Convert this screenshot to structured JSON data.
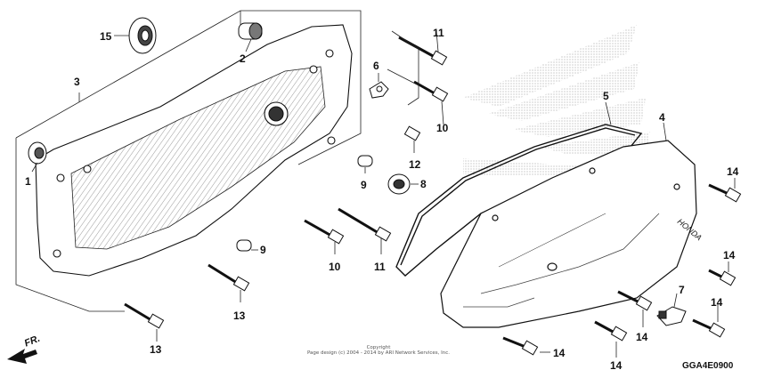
{
  "callouts": [
    {
      "id": "c1",
      "label": "1"
    },
    {
      "id": "c2",
      "label": "2"
    },
    {
      "id": "c3",
      "label": "3"
    },
    {
      "id": "c4",
      "label": "4"
    },
    {
      "id": "c5",
      "label": "5"
    },
    {
      "id": "c6",
      "label": "6"
    },
    {
      "id": "c7",
      "label": "7"
    },
    {
      "id": "c8",
      "label": "8"
    },
    {
      "id": "c9a",
      "label": "9"
    },
    {
      "id": "c9b",
      "label": "9"
    },
    {
      "id": "c10a",
      "label": "10"
    },
    {
      "id": "c10b",
      "label": "10"
    },
    {
      "id": "c11a",
      "label": "11"
    },
    {
      "id": "c11b",
      "label": "11"
    },
    {
      "id": "c12",
      "label": "12"
    },
    {
      "id": "c13a",
      "label": "13"
    },
    {
      "id": "c13b",
      "label": "13"
    },
    {
      "id": "c14a",
      "label": "14"
    },
    {
      "id": "c14b",
      "label": "14"
    },
    {
      "id": "c14c",
      "label": "14"
    },
    {
      "id": "c14d",
      "label": "14"
    },
    {
      "id": "c14e",
      "label": "14"
    },
    {
      "id": "c14f",
      "label": "14"
    },
    {
      "id": "c15",
      "label": "15"
    }
  ],
  "front_label": "FR.",
  "cover_logo": "HONDA",
  "copyright": {
    "line1": "Copyright",
    "line2": "Page design (c) 2004 - 2014 by ARI Network Services, Inc."
  },
  "diagram_code": "GGA4E0900"
}
